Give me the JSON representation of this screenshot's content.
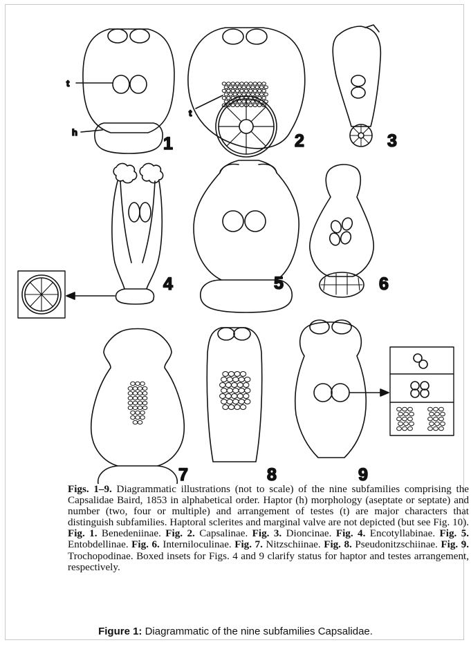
{
  "diagram": {
    "labels": {
      "testes": "t",
      "haptor": "h"
    },
    "figure_numbers": [
      "1",
      "2",
      "3",
      "4",
      "5",
      "6",
      "7",
      "8",
      "9"
    ]
  },
  "caption": {
    "lead": "Figs. 1–9.",
    "text": " Diagrammatic illustrations (not to scale) of the nine subfamilies comprising the Capsalidae Baird, 1853 in alphabetical order. Haptor (h) morphology (aseptate or septate) and number (two, four or multiple) and arrangement of testes (t) are major characters that distinguish subfamilies. Haptoral sclerites and marginal valve are not depicted (but see Fig. 10). ",
    "items": [
      {
        "fig": "Fig. 1.",
        "name": " Benedeniinae. "
      },
      {
        "fig": "Fig. 2.",
        "name": " Capsalinae. "
      },
      {
        "fig": "Fig. 3.",
        "name": " Dioncinae. "
      },
      {
        "fig": "Fig. 4.",
        "name": " Encotyllabinae. "
      },
      {
        "fig": "Fig. 5.",
        "name": " Entobdellinae. "
      },
      {
        "fig": "Fig. 6.",
        "name": " Interniloculinae. "
      },
      {
        "fig": "Fig. 7.",
        "name": " Nitzschiinae. "
      },
      {
        "fig": "Fig. 8.",
        "name": " Pseudonitzschiinae. "
      },
      {
        "fig": "Fig. 9.",
        "name": " Trochopodinae. Boxed insets for Figs. 4 and 9 clarify status for haptor and testes arrangement, respectively."
      }
    ]
  },
  "figure_title": {
    "label": "Figure 1:",
    "text": " Diagrammatic of the nine subfamilies Capsalidae."
  }
}
